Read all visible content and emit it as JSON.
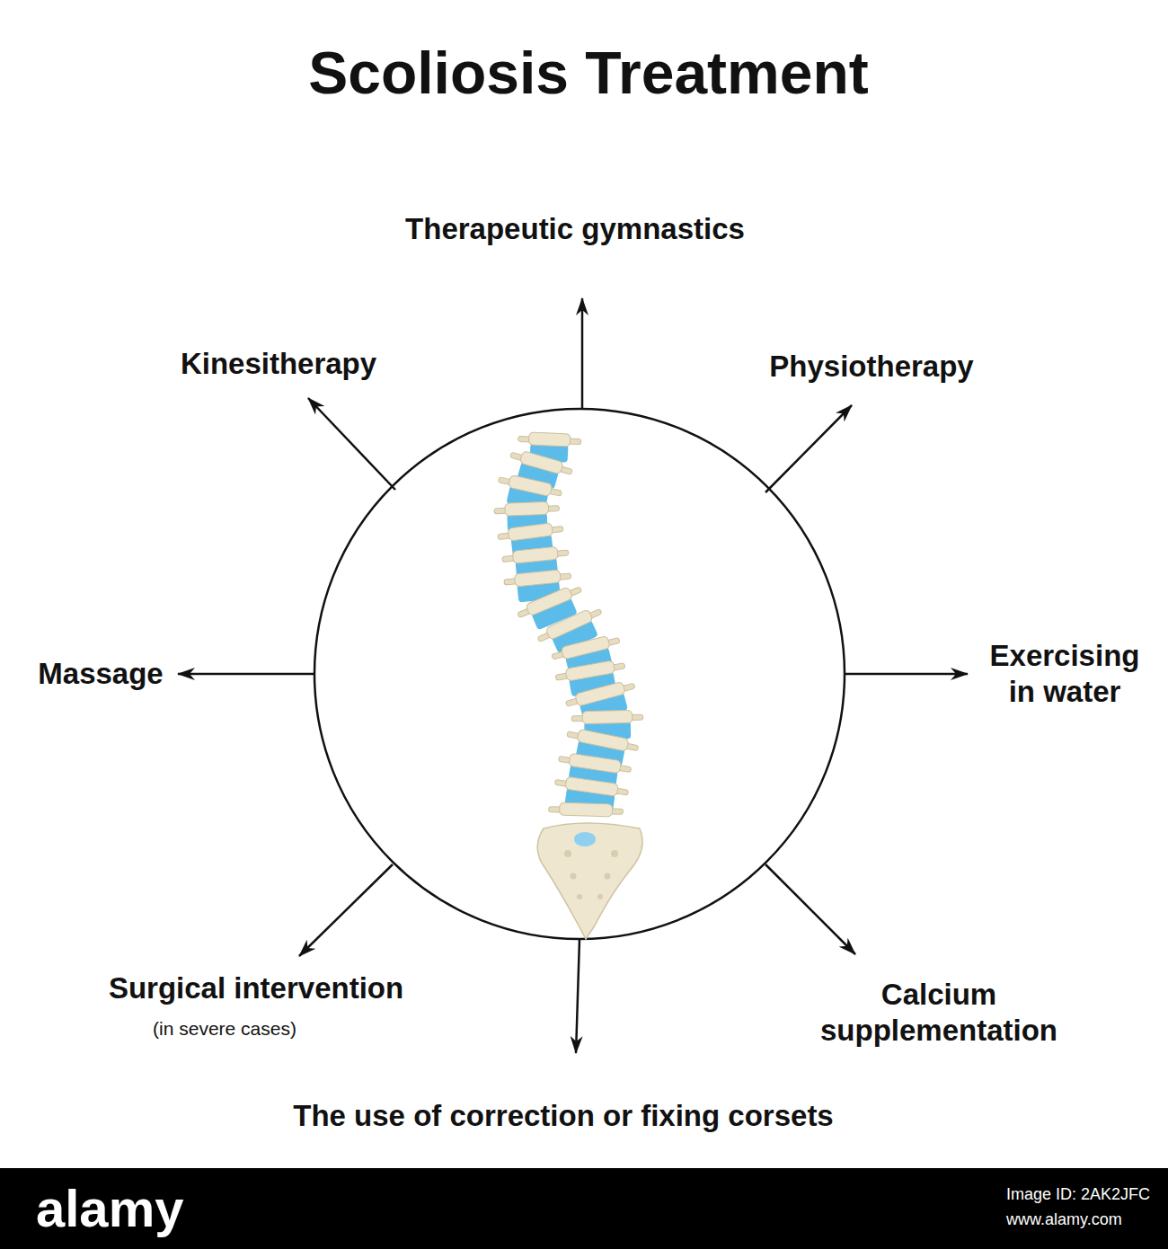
{
  "diagram": {
    "title": "Scoliosis Treatment",
    "labels": [
      "Therapeutic gymnastics",
      "Kinesitherapy",
      "Physiotherapy",
      "Massage",
      "Exercising in water",
      "Surgical intervention",
      "(in severe cases)",
      "Calcium supplementation",
      "The use of correction or fixing corsets",
      "alamy",
      "Image ID: 2AK2JFC",
      "www.alamy.com"
    ]
  }
}
